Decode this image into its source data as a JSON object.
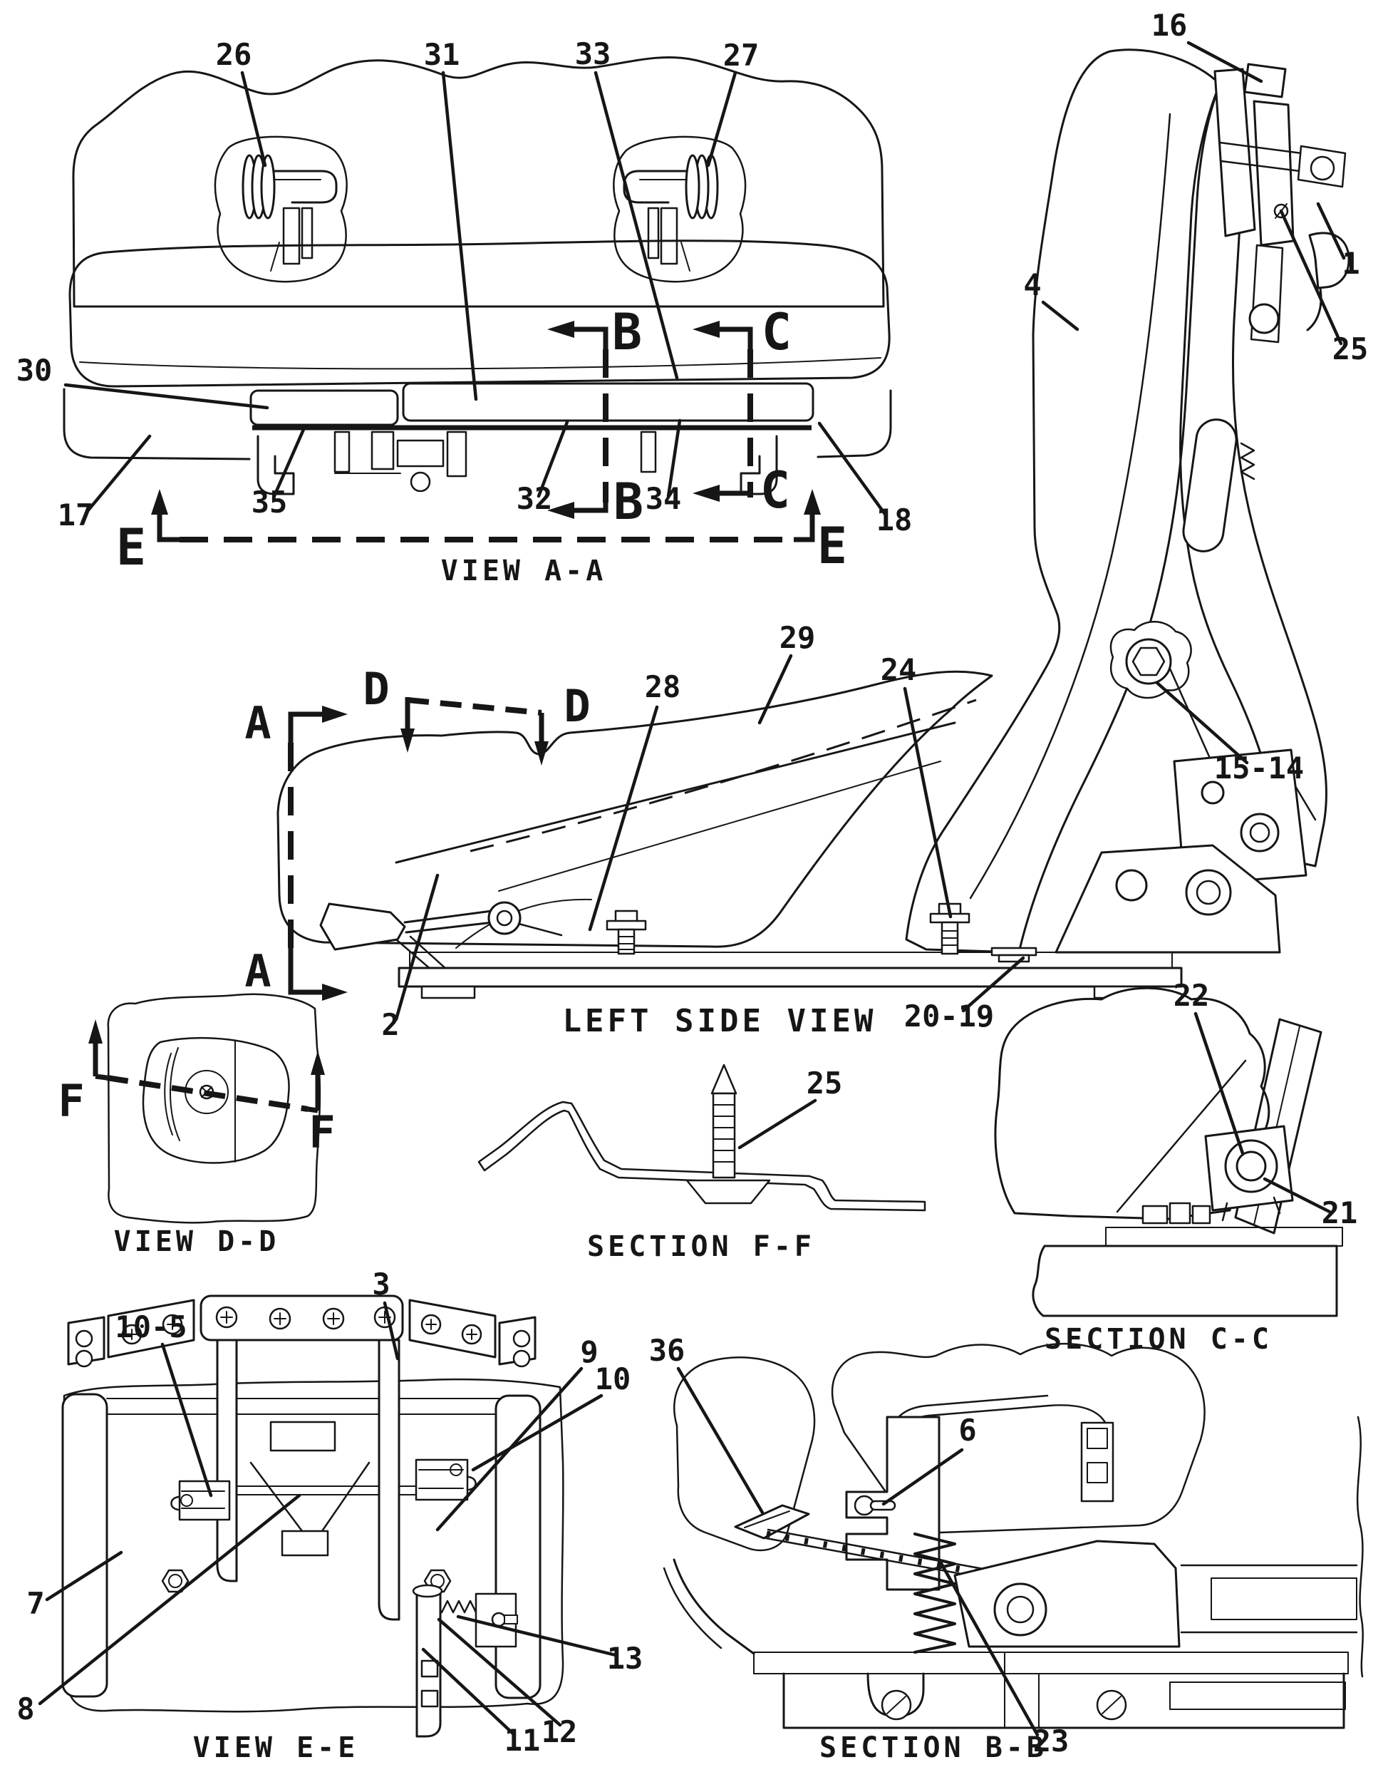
{
  "page": {
    "background": "#ffffff",
    "ink": "#161616",
    "drawing_type": "seat assembly parts diagram"
  },
  "titles": {
    "view_aa": "VIEW A-A",
    "left_side": "LEFT SIDE VIEW",
    "view_dd": "VIEW D-D",
    "section_ff": "SECTION F-F",
    "section_cc": "SECTION C-C",
    "view_ee": "VIEW E-E",
    "section_bb": "SECTION B-B"
  },
  "markers": {
    "a": "A",
    "b": "B",
    "c": "C",
    "d": "D",
    "e": "E",
    "f": "F"
  },
  "callouts": {
    "c26": "26",
    "c31": "31",
    "c33": "33",
    "c27": "27",
    "c30": "30",
    "c17": "17",
    "c35": "35",
    "c32": "32",
    "c34": "34",
    "c18": "18",
    "c16": "16",
    "c1": "1",
    "c25a": "25",
    "c4": "4",
    "c29": "29",
    "c28": "28",
    "c24": "24",
    "c15_14": "15-14",
    "c2": "2",
    "c20_19": "20-19",
    "c25b": "25",
    "c22": "22",
    "c21": "21",
    "c10_5": "10-5",
    "c3": "3",
    "c9": "9",
    "c10": "10",
    "c7": "7",
    "c8": "8",
    "c11": "11",
    "c12": "12",
    "c13": "13",
    "c36": "36",
    "c6": "6",
    "c23": "23"
  }
}
